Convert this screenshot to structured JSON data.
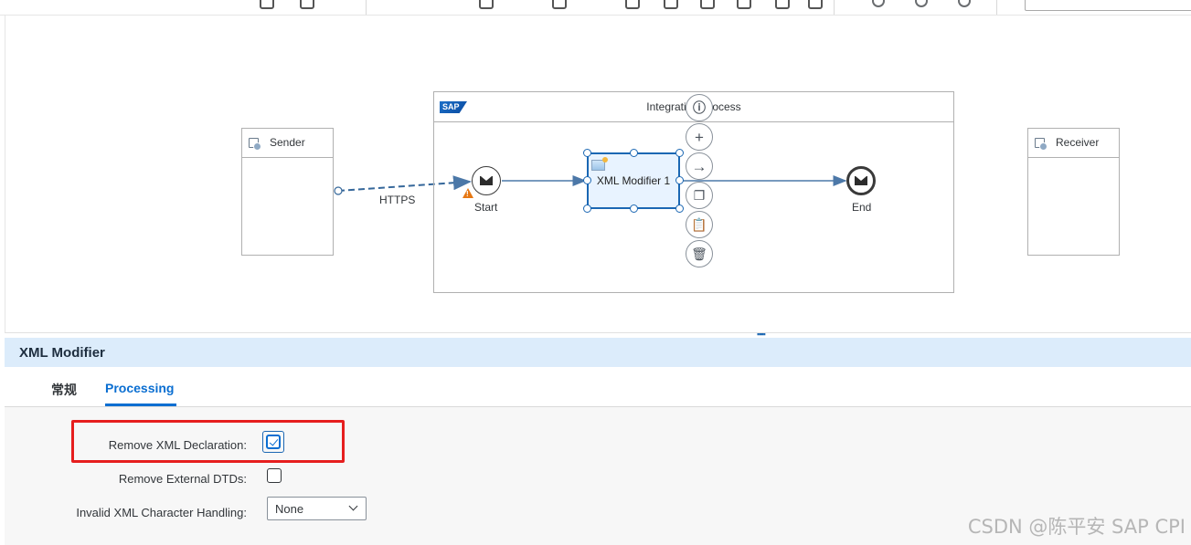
{
  "diagram": {
    "sender_label": "Sender",
    "receiver_label": "Receiver",
    "integration_process_title": "Integration Process",
    "sap_logo_text": "SAP",
    "start_label": "Start",
    "end_label": "End",
    "step_label": "XML Modifier 1",
    "connection_label": "HTTPS",
    "warning_glyph": "!",
    "context_actions": [
      "info-icon",
      "add-icon",
      "connect-arrow-icon",
      "copy-icon",
      "paste-icon",
      "delete-icon"
    ]
  },
  "panel": {
    "title": "XML Modifier",
    "tabs": [
      {
        "label": "常规",
        "active": false
      },
      {
        "label": "Processing",
        "active": true
      }
    ],
    "fields": {
      "remove_xml_declaration": {
        "label": "Remove XML Declaration:",
        "checked": true
      },
      "remove_external_dtds": {
        "label": "Remove External DTDs:",
        "checked": false
      },
      "invalid_char_handling": {
        "label": "Invalid XML Character Handling:",
        "value": "None"
      }
    }
  },
  "watermark": "CSDN @陈平安 SAP CPI",
  "colors": {
    "accent": "#0a6ed1",
    "panel_header": "#dcecfb",
    "highlight_box": "#e61e1e",
    "selected_step_fill": "#e8f3ff",
    "warning": "#e67712"
  }
}
